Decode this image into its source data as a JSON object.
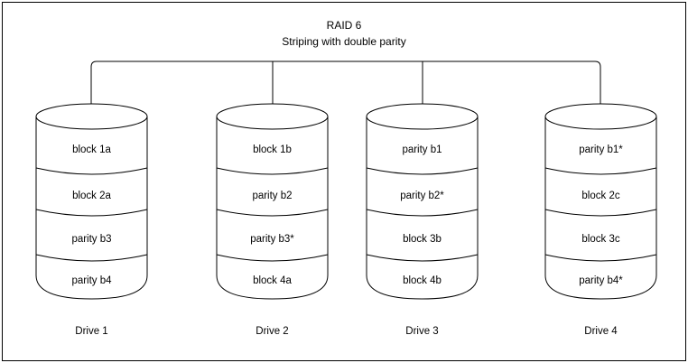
{
  "diagram": {
    "title_line1": "RAID 6",
    "title_line2": "Striping with double parity",
    "stroke_color": "#000000",
    "background_color": "#ffffff",
    "border_color": "#000000"
  },
  "drives": [
    {
      "label": "Drive 1",
      "cells": [
        "block 1a",
        "block 2a",
        "parity b3",
        "parity b4"
      ]
    },
    {
      "label": "Drive 2",
      "cells": [
        "block 1b",
        "parity b2",
        "parity b3*",
        "block 4a"
      ]
    },
    {
      "label": "Drive 3",
      "cells": [
        "parity b1",
        "parity b2*",
        "block 3b",
        "block 4b"
      ]
    },
    {
      "label": "Drive 4",
      "cells": [
        "parity b1*",
        "block 2c",
        "block 3c",
        "parity b4*"
      ]
    }
  ]
}
